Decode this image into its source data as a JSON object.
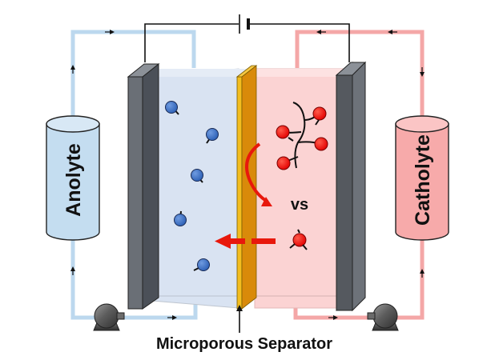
{
  "labels": {
    "anolyte": "Anolyte",
    "catholyte": "Catholyte",
    "vs": "vs",
    "separator": "Microporous Separator"
  },
  "colors": {
    "anolyte_line": "#bcd8ee",
    "anolyte_fill": "#c4ddf0",
    "anolyte_chamber": "#d9e3f2",
    "catholyte_line": "#f4a7a7",
    "catholyte_fill": "#f7aaaa",
    "catholyte_chamber": "#fbd3d3",
    "electrode": "#5a5f66",
    "separator_gold": "#f3bd1f",
    "separator_orange": "#d98a0a",
    "molecule_blue": "#3c72c6",
    "molecule_red": "#f00a0a",
    "arrow_red": "#e8180c"
  },
  "icons": {
    "pump": "pump-icon",
    "battery": "battery-icon"
  }
}
